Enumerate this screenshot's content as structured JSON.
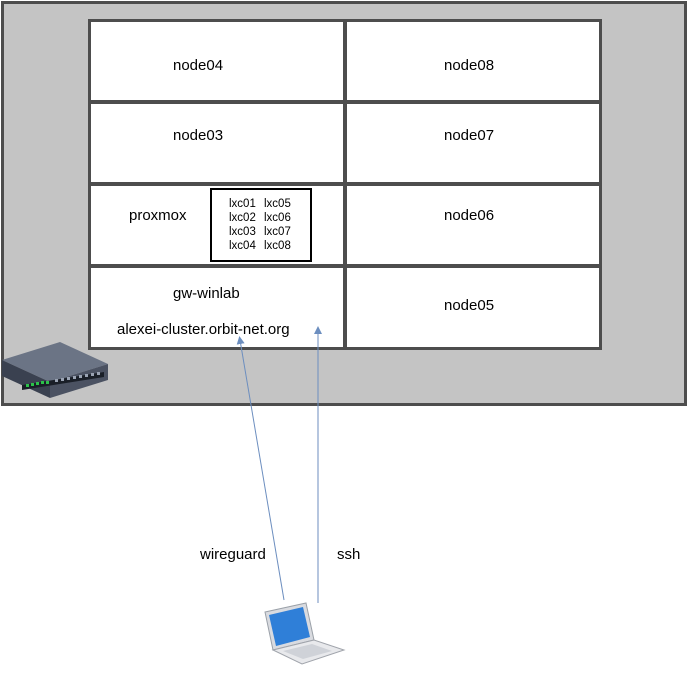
{
  "nodes": {
    "node04": "node04",
    "node08": "node08",
    "node03": "node03",
    "node07": "node07",
    "proxmox": "proxmox",
    "node06": "node06",
    "gw": "gw-winlab",
    "gw_host": "alexei-cluster.orbit-net.org",
    "node05": "node05"
  },
  "containers": [
    "lxc01",
    "lxc05",
    "lxc02",
    "lxc06",
    "lxc03",
    "lxc07",
    "lxc04",
    "lxc08"
  ],
  "connections": {
    "wireguard": "wireguard",
    "ssh": "ssh"
  },
  "icons": {
    "switch": "network-switch-icon",
    "laptop": "laptop-icon"
  },
  "colors": {
    "rack_bg": "#c4c4c4",
    "border": "#4d4d4d",
    "arrow": "#6c8ebf"
  }
}
